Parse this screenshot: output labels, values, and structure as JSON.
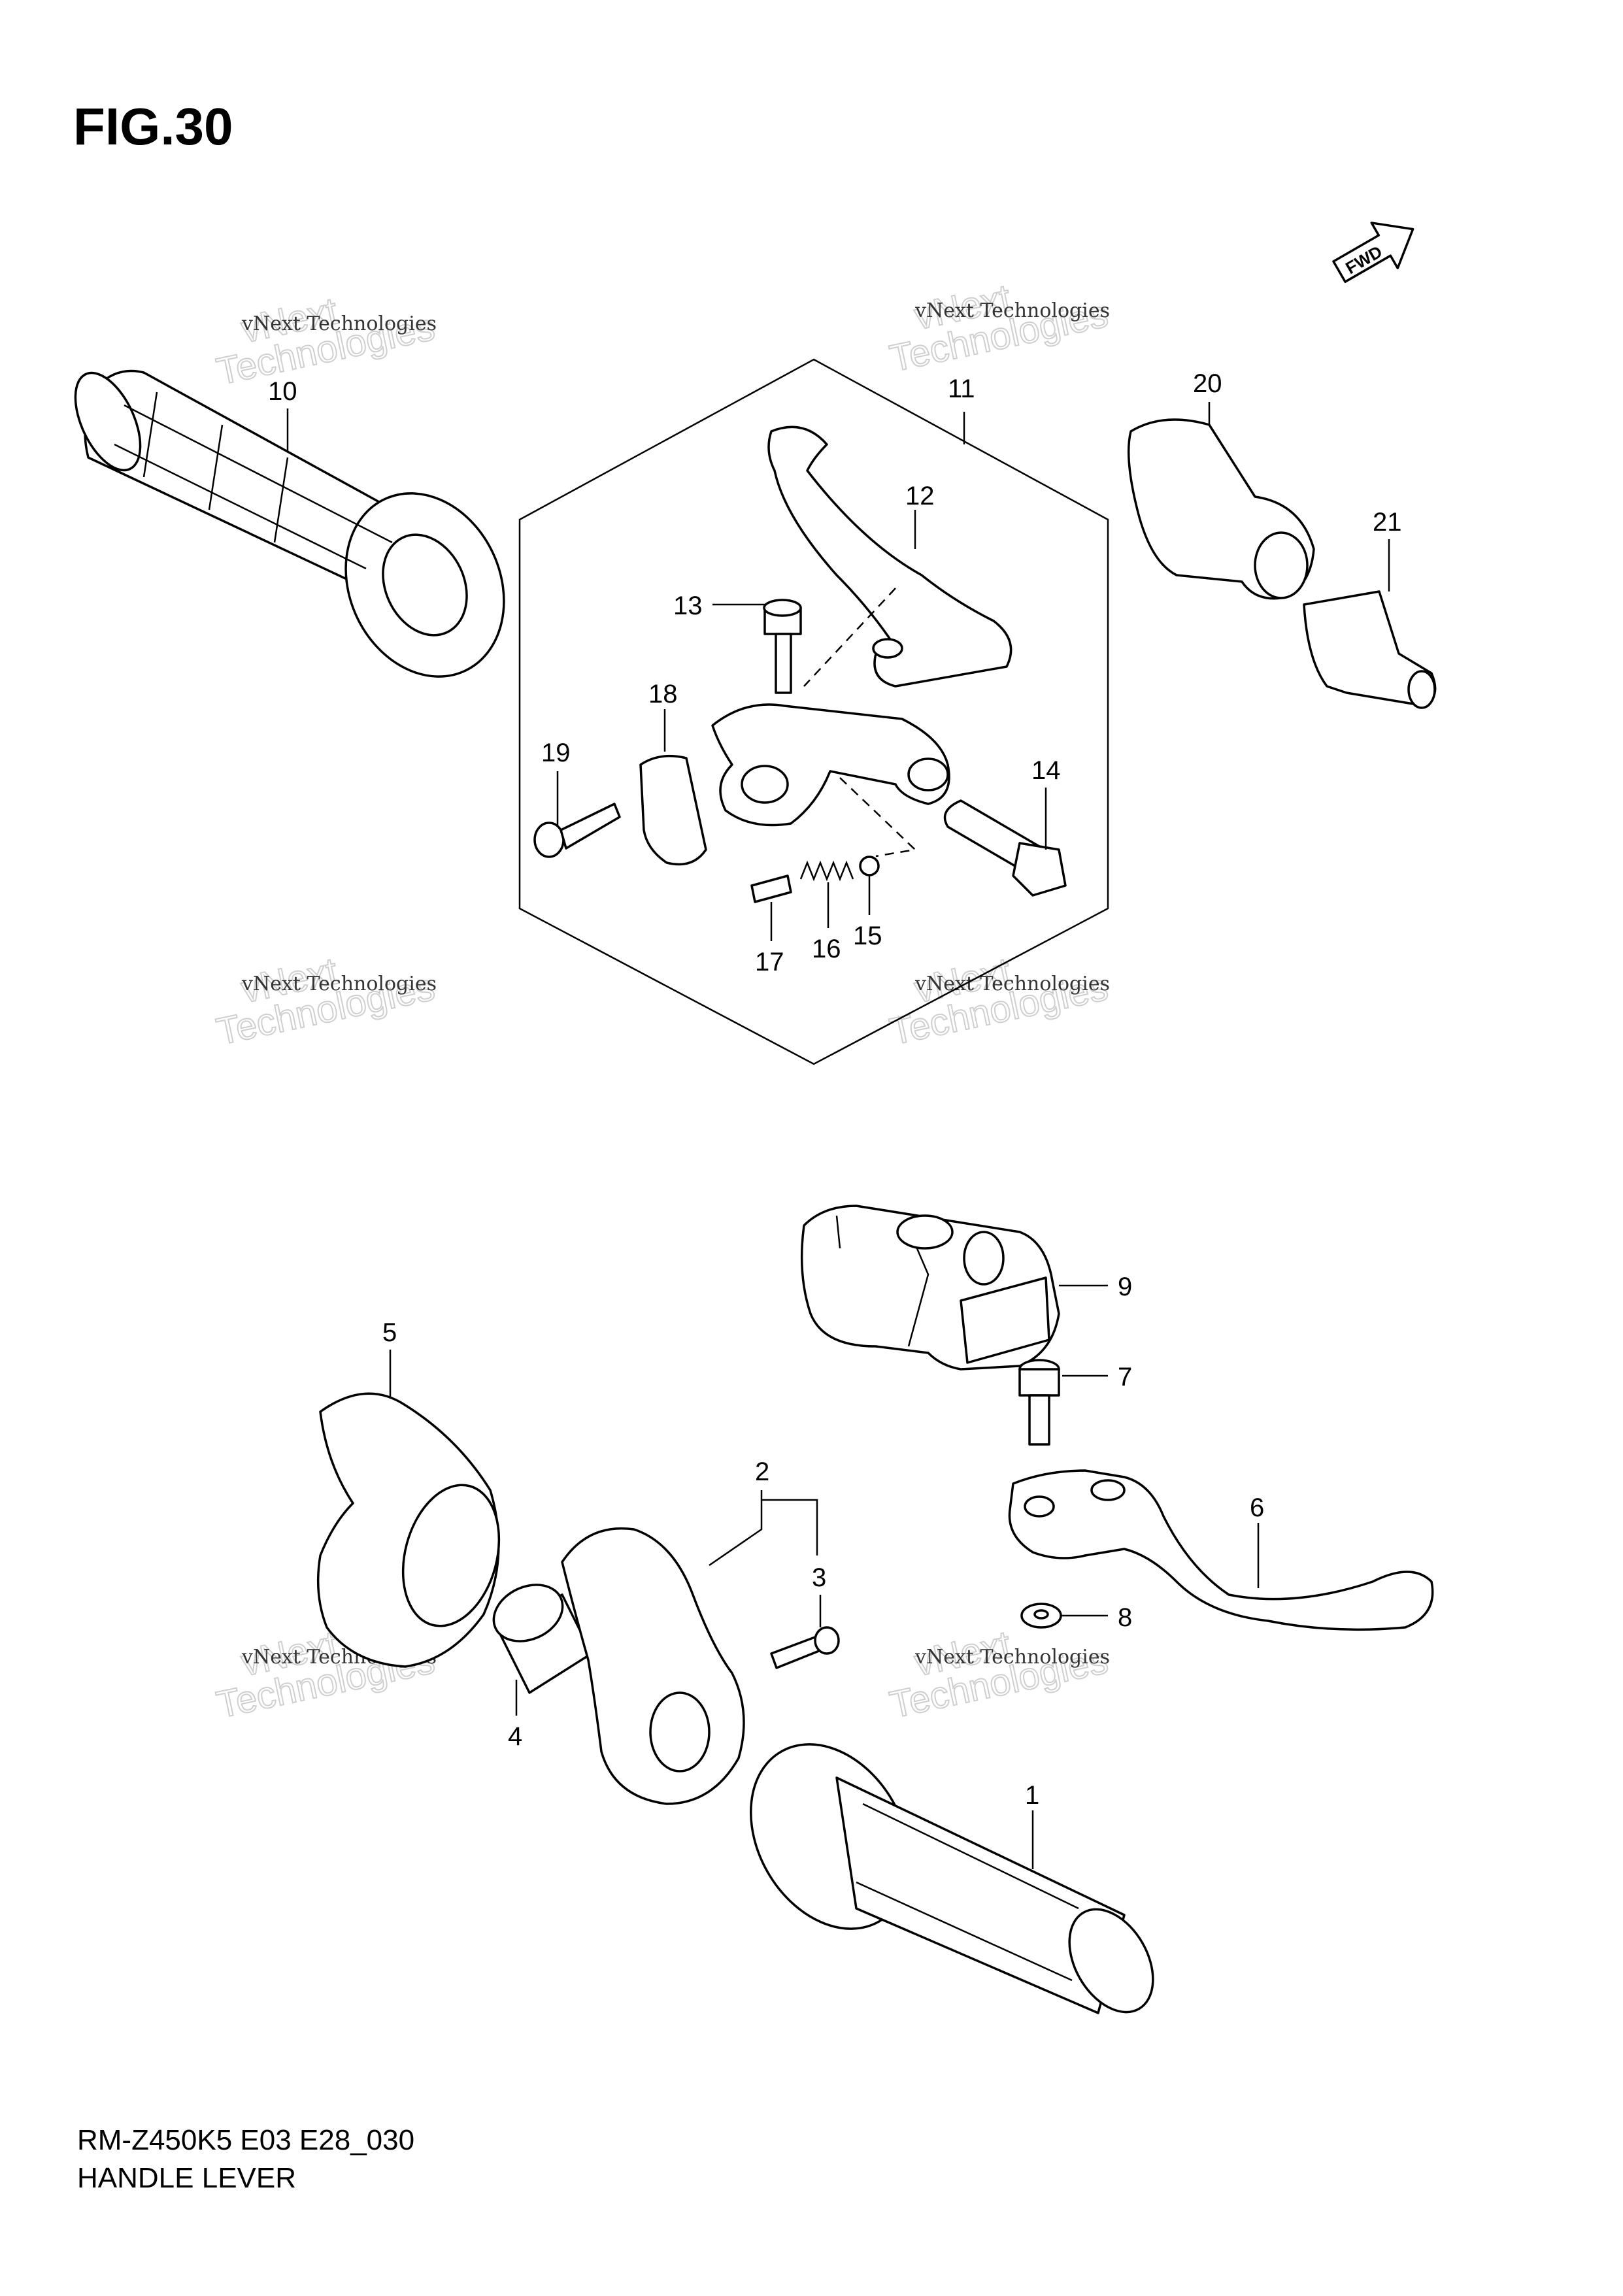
{
  "figure": {
    "title": "FIG.30"
  },
  "footer": {
    "model_code": "RM-Z450K5 E03 E28_030",
    "caption": "HANDLE LEVER"
  },
  "fwd_label": "FWD",
  "watermark": {
    "line1": "vNext Technologies",
    "line2": "vNext",
    "line3": "Technologies"
  },
  "callouts": [
    {
      "id": "1",
      "label": "1"
    },
    {
      "id": "2",
      "label": "2"
    },
    {
      "id": "3",
      "label": "3"
    },
    {
      "id": "4",
      "label": "4"
    },
    {
      "id": "5",
      "label": "5"
    },
    {
      "id": "6",
      "label": "6"
    },
    {
      "id": "7",
      "label": "7"
    },
    {
      "id": "8",
      "label": "8"
    },
    {
      "id": "9",
      "label": "9"
    },
    {
      "id": "10",
      "label": "10"
    },
    {
      "id": "11",
      "label": "11"
    },
    {
      "id": "12",
      "label": "12"
    },
    {
      "id": "13",
      "label": "13"
    },
    {
      "id": "14",
      "label": "14"
    },
    {
      "id": "15",
      "label": "15"
    },
    {
      "id": "16",
      "label": "16"
    },
    {
      "id": "17",
      "label": "17"
    },
    {
      "id": "18",
      "label": "18"
    },
    {
      "id": "19",
      "label": "19"
    },
    {
      "id": "20",
      "label": "20"
    },
    {
      "id": "21",
      "label": "21"
    }
  ]
}
